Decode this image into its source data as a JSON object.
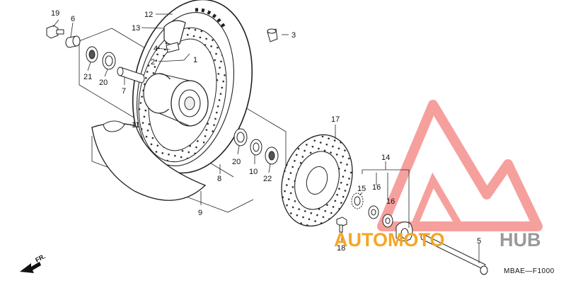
{
  "diagram": {
    "code": "MBAE—F1000",
    "front_label": "FR.",
    "parts": [
      {
        "id": "p19",
        "label": "19"
      },
      {
        "id": "p6",
        "label": "6"
      },
      {
        "id": "p12",
        "label": "12"
      },
      {
        "id": "p13",
        "label": "13"
      },
      {
        "id": "p4",
        "label": "4"
      },
      {
        "id": "p2",
        "label": "2"
      },
      {
        "id": "p1",
        "label": "1"
      },
      {
        "id": "p3",
        "label": "3"
      },
      {
        "id": "p21",
        "label": "21"
      },
      {
        "id": "p20a",
        "label": "20"
      },
      {
        "id": "p7",
        "label": "7"
      },
      {
        "id": "p11",
        "label": "11"
      },
      {
        "id": "p20b",
        "label": "20"
      },
      {
        "id": "p10",
        "label": "10"
      },
      {
        "id": "p22",
        "label": "22"
      },
      {
        "id": "p8",
        "label": "8"
      },
      {
        "id": "p9",
        "label": "9"
      },
      {
        "id": "p17",
        "label": "17"
      },
      {
        "id": "p14",
        "label": "14"
      },
      {
        "id": "p15",
        "label": "15"
      },
      {
        "id": "p16a",
        "label": "16"
      },
      {
        "id": "p16b",
        "label": "16"
      },
      {
        "id": "p18",
        "label": "18"
      },
      {
        "id": "p5",
        "label": "5"
      }
    ]
  },
  "watermark": {
    "part1": "AUTOMOTO",
    "part2": "HUB",
    "color_logo": "#ef5350",
    "color_text1": "#f5a623",
    "color_text2": "#9a9a9a"
  }
}
